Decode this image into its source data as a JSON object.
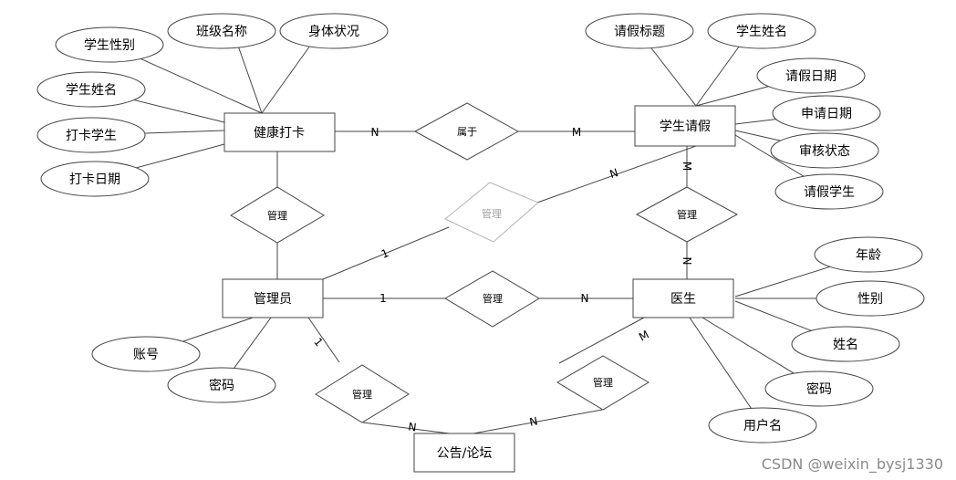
{
  "entities": {
    "health": "健康打卡",
    "leave": "学生请假",
    "admin": "管理员",
    "doctor": "医生",
    "forum": "公告/论坛"
  },
  "relationships": {
    "belongs": "属于",
    "manage_health": "管理",
    "manage_leave_admin": "管理",
    "manage_leave_doctor": "管理",
    "manage_admin_doctor": "管理",
    "manage_admin_forum": "管理",
    "manage_doctor_forum": "管理"
  },
  "attributes": {
    "health": [
      "学生性别",
      "班级名称",
      "身体状况",
      "学生姓名",
      "打卡学生",
      "打卡日期"
    ],
    "leave": [
      "请假标题",
      "学生姓名",
      "请假日期",
      "申请日期",
      "审核状态",
      "请假学生"
    ],
    "admin": [
      "账号",
      "密码"
    ],
    "doctor": [
      "年龄",
      "性别",
      "姓名",
      "密码",
      "用户名"
    ]
  },
  "cardinalities": {
    "health_belongs": "N",
    "belongs_leave": "M",
    "admin_manage_leave": "1",
    "manage_leave_n": "N",
    "leave_manage_doctor_top": "M",
    "leave_manage_doctor_bottom": "N",
    "admin_manage_doctor": "1",
    "manage_doctor_n": "N",
    "admin_forum_top": "1",
    "admin_forum_bottom": "N",
    "doctor_forum_top": "M",
    "doctor_forum_bottom": "N"
  },
  "watermark": "CSDN @weixin_bysj1330"
}
